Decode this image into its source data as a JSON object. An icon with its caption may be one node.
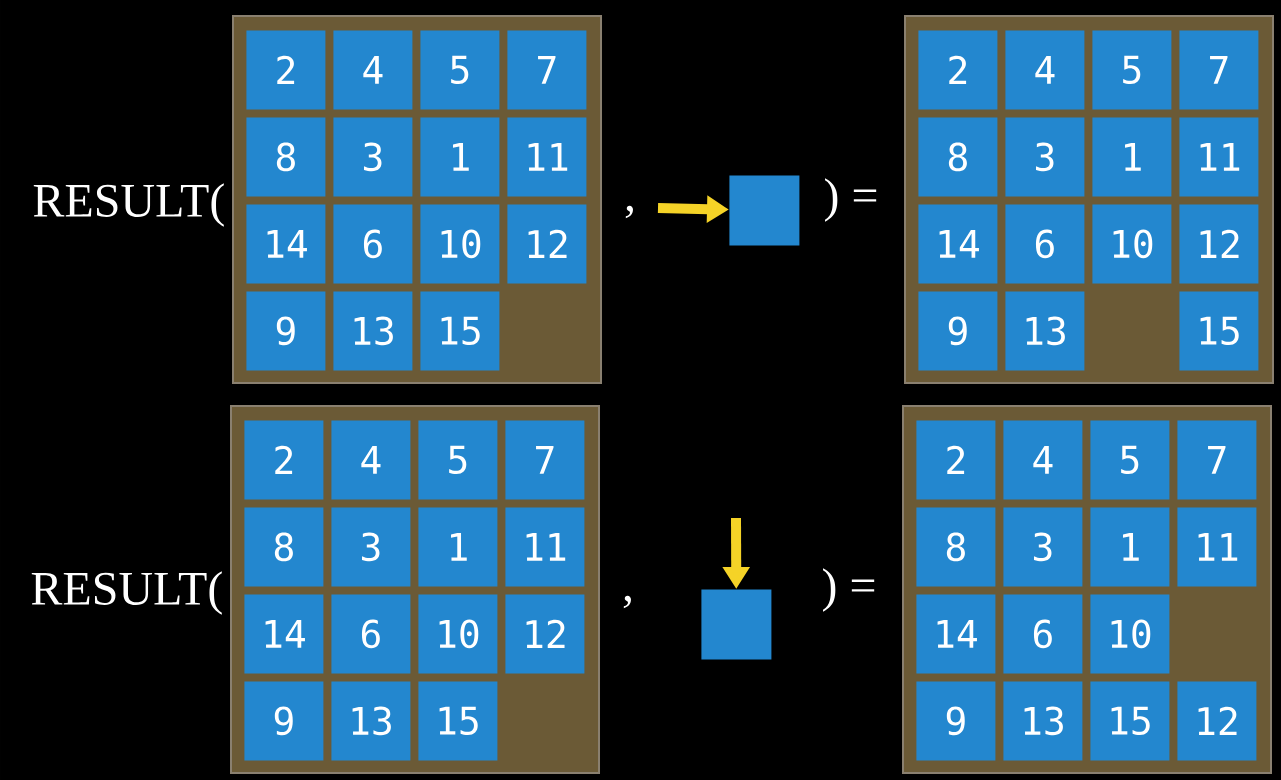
{
  "diagram": {
    "nodes": [
      {
        "text": [],
        "shape": "box"
      },
      {
        "text": [
          "2"
        ],
        "in": 0
      },
      {
        "text": [
          "4"
        ],
        "in": 0
      },
      {
        "text": [
          "5"
        ],
        "in": 0
      },
      {
        "text": [
          "7"
        ],
        "in": 0
      },
      {
        "text": [
          "8"
        ],
        "in": 0
      },
      {
        "text": [
          "3"
        ],
        "in": 0
      },
      {
        "text": [
          "1"
        ],
        "in": 0
      },
      {
        "text": [
          "11"
        ],
        "in": 0
      },
      {
        "text": [
          "14"
        ],
        "in": 0
      },
      {
        "text": [
          "6"
        ],
        "in": 0
      },
      {
        "text": [
          "10"
        ],
        "in": 0
      },
      {
        "text": [
          "12"
        ],
        "in": 0
      },
      {
        "text": [
          "9"
        ],
        "in": 0
      },
      {
        "text": [
          "13"
        ],
        "in": 0
      },
      {
        "text": [
          "15"
        ],
        "in": 0
      },
      {
        "text": [],
        "shape": "box"
      },
      {
        "text": [],
        "shape": "box"
      },
      {
        "text": [
          "2"
        ],
        "in": 17
      },
      {
        "text": [
          "4"
        ],
        "in": 17
      },
      {
        "text": [
          "5"
        ],
        "in": 17
      },
      {
        "text": [
          "7"
        ],
        "in": 17
      },
      {
        "text": [
          "8"
        ],
        "in": 17
      },
      {
        "text": [
          "3"
        ],
        "in": 17
      },
      {
        "text": [
          "1"
        ],
        "in": 17
      },
      {
        "text": [
          "11"
        ],
        "in": 17
      },
      {
        "text": [
          "14"
        ],
        "in": 17
      },
      {
        "text": [
          "6"
        ],
        "in": 17
      },
      {
        "text": [
          "10"
        ],
        "in": 17
      },
      {
        "text": [
          "12"
        ],
        "in": 17
      },
      {
        "text": [
          "9"
        ],
        "in": 17
      },
      {
        "text": [
          "13"
        ],
        "in": 17
      },
      {
        "text": [
          "15"
        ],
        "in": 17
      },
      {
        "text": [],
        "shape": "box"
      },
      {
        "text": [
          "2"
        ],
        "in": 33
      },
      {
        "text": [
          "4"
        ],
        "in": 33
      },
      {
        "text": [
          "5"
        ],
        "in": 33
      },
      {
        "text": [
          "7"
        ],
        "in": 33
      },
      {
        "text": [
          "8"
        ],
        "in": 33
      },
      {
        "text": [
          "3"
        ],
        "in": 33
      },
      {
        "text": [
          "1"
        ],
        "in": 33
      },
      {
        "text": [
          "11"
        ],
        "in": 33
      },
      {
        "text": [
          "14"
        ],
        "in": 33
      },
      {
        "text": [
          "6"
        ],
        "in": 33
      },
      {
        "text": [
          "10"
        ],
        "in": 33
      },
      {
        "text": [
          "12"
        ],
        "in": 33
      },
      {
        "text": [
          "9"
        ],
        "in": 33
      },
      {
        "text": [
          "13"
        ],
        "in": 33
      },
      {
        "text": [
          "15"
        ],
        "in": 33
      },
      {
        "text": [],
        "shape": "box"
      },
      {
        "text": [],
        "shape": "box"
      },
      {
        "text": [
          "2"
        ],
        "in": 50
      },
      {
        "text": [
          "4"
        ],
        "in": 50
      },
      {
        "text": [
          "5"
        ],
        "in": 50
      },
      {
        "text": [
          "7"
        ],
        "in": 50
      },
      {
        "text": [
          "8"
        ],
        "in": 50
      },
      {
        "text": [
          "3"
        ],
        "in": 50
      },
      {
        "text": [
          "1"
        ],
        "in": 50
      },
      {
        "text": [
          "11"
        ],
        "in": 50
      },
      {
        "text": [
          "14"
        ],
        "in": 50
      },
      {
        "text": [
          "6"
        ],
        "in": 50
      },
      {
        "text": [
          "10"
        ],
        "in": 50
      },
      {
        "text": [
          "9"
        ],
        "in": 50
      },
      {
        "text": [
          "13"
        ],
        "in": 50
      },
      {
        "text": [
          "15"
        ],
        "in": 50
      },
      {
        "text": [
          "12"
        ],
        "in": 50
      }
    ],
    "edges": [
      {
        "from": null,
        "to": 16,
        "arrow": "to"
      },
      {
        "from": null,
        "to": 49,
        "arrow": "to"
      }
    ],
    "labels": [
      "RESULT(",
      ",",
      ") =",
      "RESULT(",
      ",",
      ") ="
    ]
  }
}
